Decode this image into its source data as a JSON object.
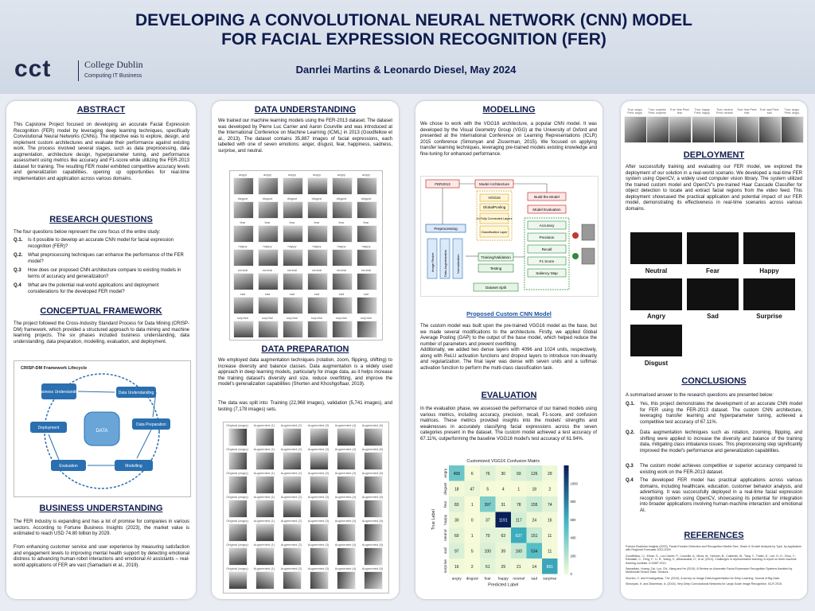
{
  "header": {
    "title_line1": "DEVELOPING A CONVOLUTIONAL NEURAL NETWORK (CNN) MODEL",
    "title_line2": "FOR FACIAL EXPRESSION RECOGNITION (FER)",
    "authors": "Danrlei Martins & Leonardo Diesel, May 2024",
    "logo_mark": "cct",
    "logo_name": "College Dublin",
    "logo_tagline": "Computing  IT  Business"
  },
  "col1": {
    "abstract_title": "ABSTRACT",
    "abstract_text": "This Capstone Project focused on developing an accurate Facial Expression Recognition (FER) model by leveraging deep learning techniques, specifically Convolutional Neural Networks (CNNs). The objective was to explore, design, and implement custom architectures and evaluate their performance against existing work. The process involved several stages, such as data preprocessing, data augmentation, architecture design, hyperparameter tuning, and performance assessment using metrics like accuracy and F1-score while utilizing the FER-2013 dataset for training. The resulting FER model exhibited competitive accuracy levels and generalization capabilities, opening up opportunities for real-time implementation and application across various domains.",
    "rq_title": "RESEARCH QUESTIONS",
    "rq_intro": "The four questions below represent the core focus of the entire study:",
    "questions": [
      {
        "id": "Q.1.",
        "text": "Is it possible to develop an accurate CNN model for facial expression recognition (FER)?"
      },
      {
        "id": "Q.2.",
        "text": "What preprocessing techniques can enhance the performance of the FER model?"
      },
      {
        "id": "Q.3",
        "text": "How does our proposed CNN architecture compare to existing models in terms of accuracy and generalization?"
      },
      {
        "id": "Q.4",
        "text": "What are the potential real-world applications and deployment considerations for the developed FER model?"
      }
    ],
    "cf_title": "CONCEPTUAL FRAMEWORK",
    "cf_text": "The project followed the Cross-Industry Standard Process for Data Mining (CRISP-DM) framework, which provided a structured approach to data mining and machine learning projects. The six phases included business understanding, data understanding, data preparation, modelling, evaluation, and deployment.",
    "crisp_title": "CRISP-DM Framework Lifecycle",
    "crisp_nodes": [
      "Business Understanding",
      "Data Understanding",
      "Data Preparation",
      "Modelling",
      "Evaluation",
      "Deployment"
    ],
    "crisp_center": "DATA",
    "bu_title": "BUSINESS UNDERSTANDING",
    "bu_text1": "The FER industry is expanding and has a lot of promise for companies in various sectors. According to Fortune Business Insights (2023), the market value is estimated to reach USD 74.80 billion by 2029.",
    "bu_text2": "From enhancing customer service and user experience by measuring satisfaction and engagement levels to improving mental health support by detecting emotional distress to advancing human-robot interactions and emotional AI assistants – real-world applications of FER are vast (Samadiani et al., 2019)."
  },
  "col2": {
    "du_title": "DATA UNDERSTANDING",
    "du_text": "We trained our machine learning models using the FER-2013 dataset. The dataset was developed by Pierre Luc Carrier and Aaron Courville and was introduced at the International Conference on Machine Learning (ICML) in 2013 (Goodfellow et al., 2013). The dataset contains 35,887 images of facial expressions, each labelled with one of seven emotions: anger, disgust, fear, happiness, sadness, surprise, and neutral.",
    "emotion_labels": [
      "angry",
      "disgust",
      "fear",
      "happy",
      "neutral",
      "sad",
      "surprise"
    ],
    "dp_title": "DATA PREPARATION",
    "dp_text": "We employed data augmentation techniques (rotation, zoom, flipping, shifting) to increase diversity and balance classes. Data augmentation is a widely used approach in deep learning models, particularly for image data, as it helps increase the training dataset's diversity and size, reduce overfitting, and improve the model's generalization capabilities (Shorten and Khoshgoftaar, 2019).",
    "dp_split": "The data was split into: Training (22,968 images), validation (5,741 images), and testing (7,178 images) sets.",
    "aug_headers": [
      "Original (angry)",
      "Augmented (1)",
      "Augmented (2)",
      "Augmented (3)",
      "Augmented (4)",
      "Augmented (5)"
    ]
  },
  "col3": {
    "mod_title": "MODELLING",
    "mod_text": "We chose to work with the VGG16 architecture, a popular CNN model. It was developed by the Visual Geometry Group (VGG) at the University of Oxford and presented at the International Conference on Learning Representations (ICLR) 2015 conference (Simonyan and Zisserman, 2015). We focused on applying transfer learning techniques, leveraging pre-trained models existing knowledge and fine-tuning for enhanced performance.",
    "flow": {
      "fer": "FER2013",
      "arch": "Model Architecture",
      "build": "Build the Model",
      "vgg": "VGG16",
      "gp": "GlobalPooling",
      "fc": "2x Fully Connected Layers",
      "cls": "Classification Layer",
      "eval": "Model Evaluation",
      "pre": "Preprocessing",
      "resize": "Image Resize",
      "aug": "Data Augmentation",
      "norm": "Normalization",
      "tv": "Training/Validation",
      "test": "Testing",
      "split": "Dataset Split",
      "metrics": [
        "Accuracy",
        "Precision",
        "Recall",
        "F1 Score",
        "Saliency Map"
      ]
    },
    "caption": "Proposed Custom CNN Model",
    "custom_text1": "The custom model was built upon the pre-trained VGG16 model as the base, but we made several modifications to the architecture. Firstly, we applied Global Average Pooling (GAP) to the output of the base model, which helped reduce the number of parameters and prevent overfitting.",
    "custom_text2": "Additionally, we added two dense layers with 4096 and 1024 units, respectively, along with ReLU activation functions and dropout layers to introduce non-linearity and regularization. The final layer was dense with seven units and a softmax activation function to perform the multi-class classification task.",
    "eval_title": "EVALUATION",
    "eval_text": "In the evaluation phase, we assessed the performance of our trained models using various metrics, including accuracy, precision, recall, F1-score, and confusion matrices. These metrics provided insights into the models' strengths and weaknesses in accurately classifying facial expressions across the seven categories present in the dataset. The custom model achieved a test accuracy of 67.11%, outperforming the baseline VGG16 model's test accuracy of 61.94%."
  },
  "chart_data": {
    "type": "heatmap",
    "title": "Customized VGG16 Confusion Matrix",
    "xlabel": "Predicted Label",
    "ylabel": "True Label",
    "labels": [
      "angry",
      "disgust",
      "fear",
      "happy",
      "neutral",
      "sad",
      "surprise"
    ],
    "matrix": [
      [
        458,
        6,
        76,
        30,
        93,
        126,
        29
      ],
      [
        18,
        47,
        5,
        4,
        1,
        18,
        2
      ],
      [
        83,
        1,
        397,
        31,
        78,
        155,
        74
      ],
      [
        30,
        0,
        37,
        1191,
        117,
        24,
        16
      ],
      [
        60,
        1,
        70,
        63,
        637,
        151,
        11
      ],
      [
        97,
        5,
        100,
        39,
        160,
        534,
        11
      ],
      [
        16,
        2,
        61,
        29,
        21,
        14,
        661
      ]
    ],
    "colorbar_ticks": [
      0,
      200,
      400,
      600,
      800,
      1000
    ],
    "colors": {
      "low": "#f7fbd9",
      "mid": "#41b6c4",
      "high": "#081d58"
    }
  },
  "col4": {
    "strip_labels": [
      "True: angry Pred: angry",
      "True: surprise Pred: surprise",
      "True: fear Pred: fear",
      "True: happy Pred: happy",
      "True: neutral Pred: neutral",
      "True: fear Pred: fear",
      "True: sad Pred: sad",
      "True: angry Pred: angry"
    ],
    "dep_title": "DEPLOYMENT",
    "dep_text": "After successfully training and evaluating our FER model, we explored the deployment of our solution in a real-world scenario. We developed a real-time FER system using OpenCV, a widely used computer vision library. The system utilized the trained custom model and OpenCV's pre-trained Haar Cascade Classifier for object detection to locate and extract facial regions from the video feed. This deployment showcased the practical application and potential impact of our FER model, demonstrating its effectiveness in real-time scenarios across various domains.",
    "dep_labels": [
      "Neutral",
      "Fear",
      "Happy",
      "Angry",
      "Sad",
      "Surprise",
      "Disgust"
    ],
    "con_title": "CONCLUSIONS",
    "con_intro": "A summarised answer to the research questions are presented below:",
    "answers": [
      {
        "id": "Q.1.",
        "text": "Yes, this project demonstrates the development of an accurate CNN model for FER using the FER-2013 dataset. The custom CNN architecture, leveraging transfer learning and hyperparameter tuning, achieved a competitive test accuracy of 67.11%."
      },
      {
        "id": "Q.2.",
        "text": "Data augmentation techniques such as rotation, zooming, flipping, and shifting were applied to increase the diversity and balance of the training data, mitigating class imbalance issues. This preprocessing step significantly improved the model's performance and generalization capabilities."
      },
      {
        "id": "Q.3",
        "text": "The custom model achieves competitive or superior accuracy compared to existing work on the FER-2013 dataset."
      },
      {
        "id": "Q.4",
        "text": "The developed FER model has practical applications across various domains, including healthcare, education, customer behavior analysis, and advertising. It was successfully deployed in a real-time facial expression recognition system using OpenCV, showcasing its potential for integration into broader applications involving human-machine interaction and emotional AI."
      }
    ],
    "ref_title": "REFERENCES",
    "references": [
      "Fortune Business Insights (2023). Facial Emotion Detection and Recognition Market Size, Share & Growth Analysis by Type, by Application with Regional Forecasts 2023-2029.",
      "Goodfellow, I.J., Erhan, D., Luc Carrier, P., Courville, A., Mirza, M., Hamner, B., Cukierski, W., Tang, Y., Thaler, D., Lee, D.-H., Zhou, Y., Ramaiah, C., Feng, F., Li, R., Wang, X., Athanasakis, D., et al. (2013). Challenges in representation learning: A report on three machine learning contests. ICONIP 2013.",
      "Samadiani, Huang, Cai, Luo, Chi, Xiang and He (2019). A Review on Automatic Facial Expression Recognition Systems Assisted by Multimodal Sensor Data. Sensors.",
      "Shorten, C. and Khoshgoftaar, T.M. (2019). A survey on Image Data Augmentation for Deep Learning. Journal of Big Data.",
      "Simonyan, K. and Zisserman, A. (2015). Very Deep Convolutional Networks for Large-Scale Image Recognition. ICLR 2015."
    ]
  }
}
